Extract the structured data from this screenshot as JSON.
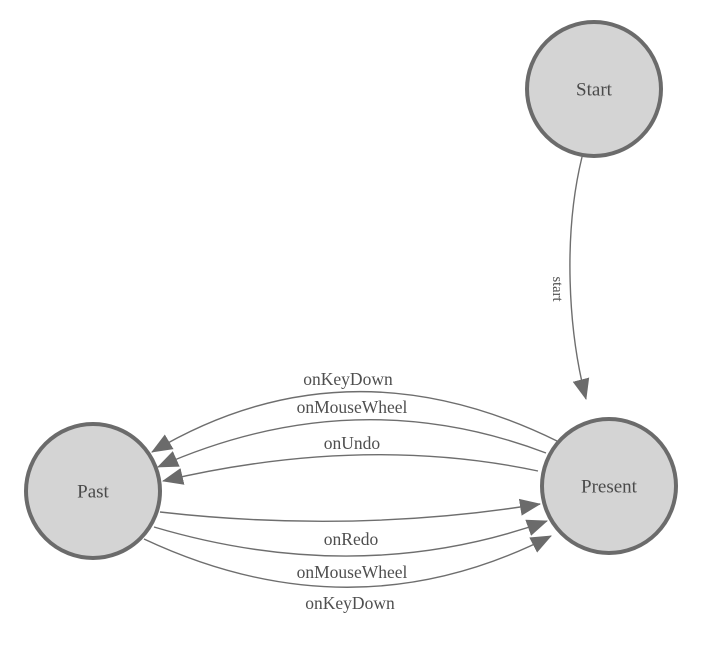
{
  "diagram": {
    "type": "state-machine",
    "colors": {
      "background": "#ffffff",
      "node_fill": "#d4d4d4",
      "node_stroke": "#6b6b6b",
      "edge_stroke": "#6e6e6e",
      "arrowhead_fill": "#6b6b6b",
      "label_text": "#4a4a4a"
    },
    "nodes": [
      {
        "id": "start",
        "label": "Start"
      },
      {
        "id": "present",
        "label": "Present"
      },
      {
        "id": "past",
        "label": "Past"
      }
    ],
    "edges": [
      {
        "from": "start",
        "to": "present",
        "label": "start"
      },
      {
        "from": "present",
        "to": "past",
        "label": "onKeyDown"
      },
      {
        "from": "present",
        "to": "past",
        "label": "onMouseWheel"
      },
      {
        "from": "present",
        "to": "past",
        "label": "onUndo"
      },
      {
        "from": "past",
        "to": "present",
        "label": "onRedo"
      },
      {
        "from": "past",
        "to": "present",
        "label": "onMouseWheel"
      },
      {
        "from": "past",
        "to": "present",
        "label": "onKeyDown"
      }
    ]
  }
}
